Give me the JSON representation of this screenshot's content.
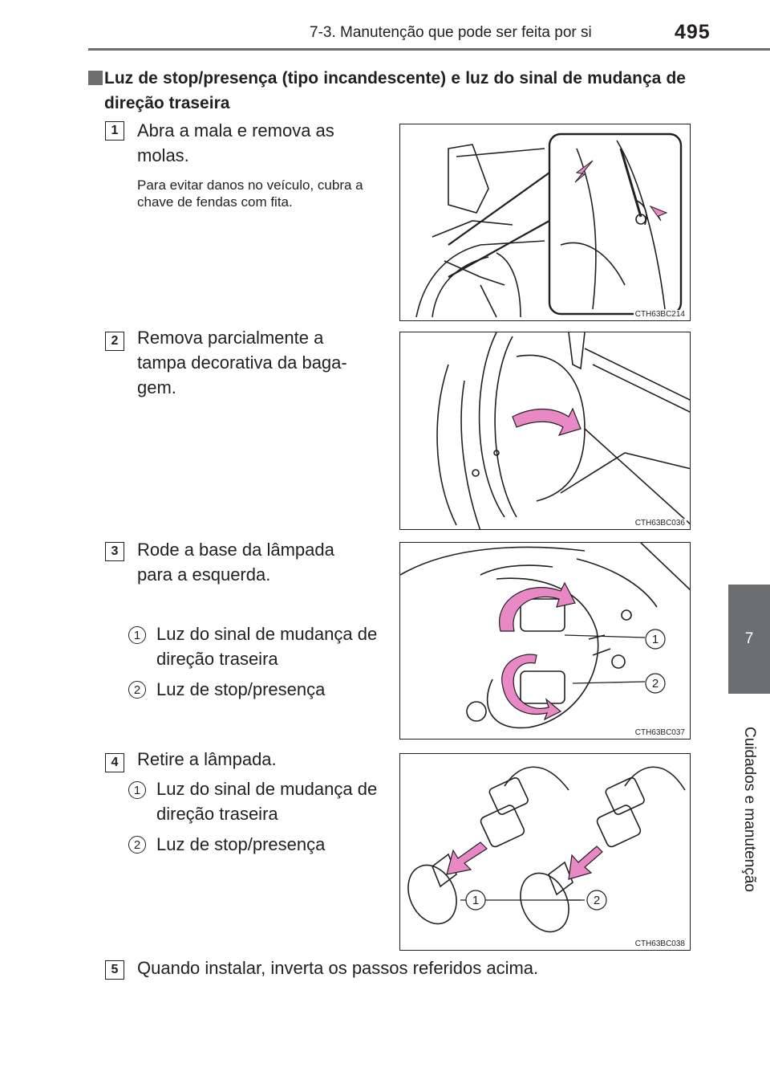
{
  "header": {
    "title": "7-3. Manutenção que pode ser feita por si",
    "page_number": "495"
  },
  "side_tab": {
    "chapter": "7",
    "label": "Cuidados e manutenção"
  },
  "section_title": "Luz de stop/presença (tipo incandescente) e luz do sinal de mudança de direção traseira",
  "steps": [
    {
      "num": "1",
      "text": "Abra a mala e remova as molas.",
      "note": "Para evitar danos no veículo, cubra a chave de fendas com fita.",
      "figure_code": "CTH63BC214"
    },
    {
      "num": "2",
      "text": "Remova parcialmente a tampa decorativa da baga-gem.",
      "figure_code": "CTH63BC036"
    },
    {
      "num": "3",
      "text": "Rode a base da lâmpada para a esquerda.",
      "legend": [
        {
          "num": "1",
          "text": "Luz do sinal de mudança de direção traseira"
        },
        {
          "num": "2",
          "text": "Luz de stop/presença"
        }
      ],
      "figure_code": "CTH63BC037",
      "callouts": [
        "1",
        "2"
      ]
    },
    {
      "num": "4",
      "text": "Retire a lâmpada.",
      "legend": [
        {
          "num": "1",
          "text": "Luz do sinal de mudança de direção traseira"
        },
        {
          "num": "2",
          "text": "Luz de stop/presença"
        }
      ],
      "figure_code": "CTH63BC038",
      "callouts": [
        "1",
        "2"
      ]
    },
    {
      "num": "5",
      "text": "Quando instalar, inverta os passos referidos acima."
    }
  ],
  "colors": {
    "accent_gray": "#6d6e70",
    "arrow_pink": "#e889c6",
    "line": "#231f20"
  }
}
